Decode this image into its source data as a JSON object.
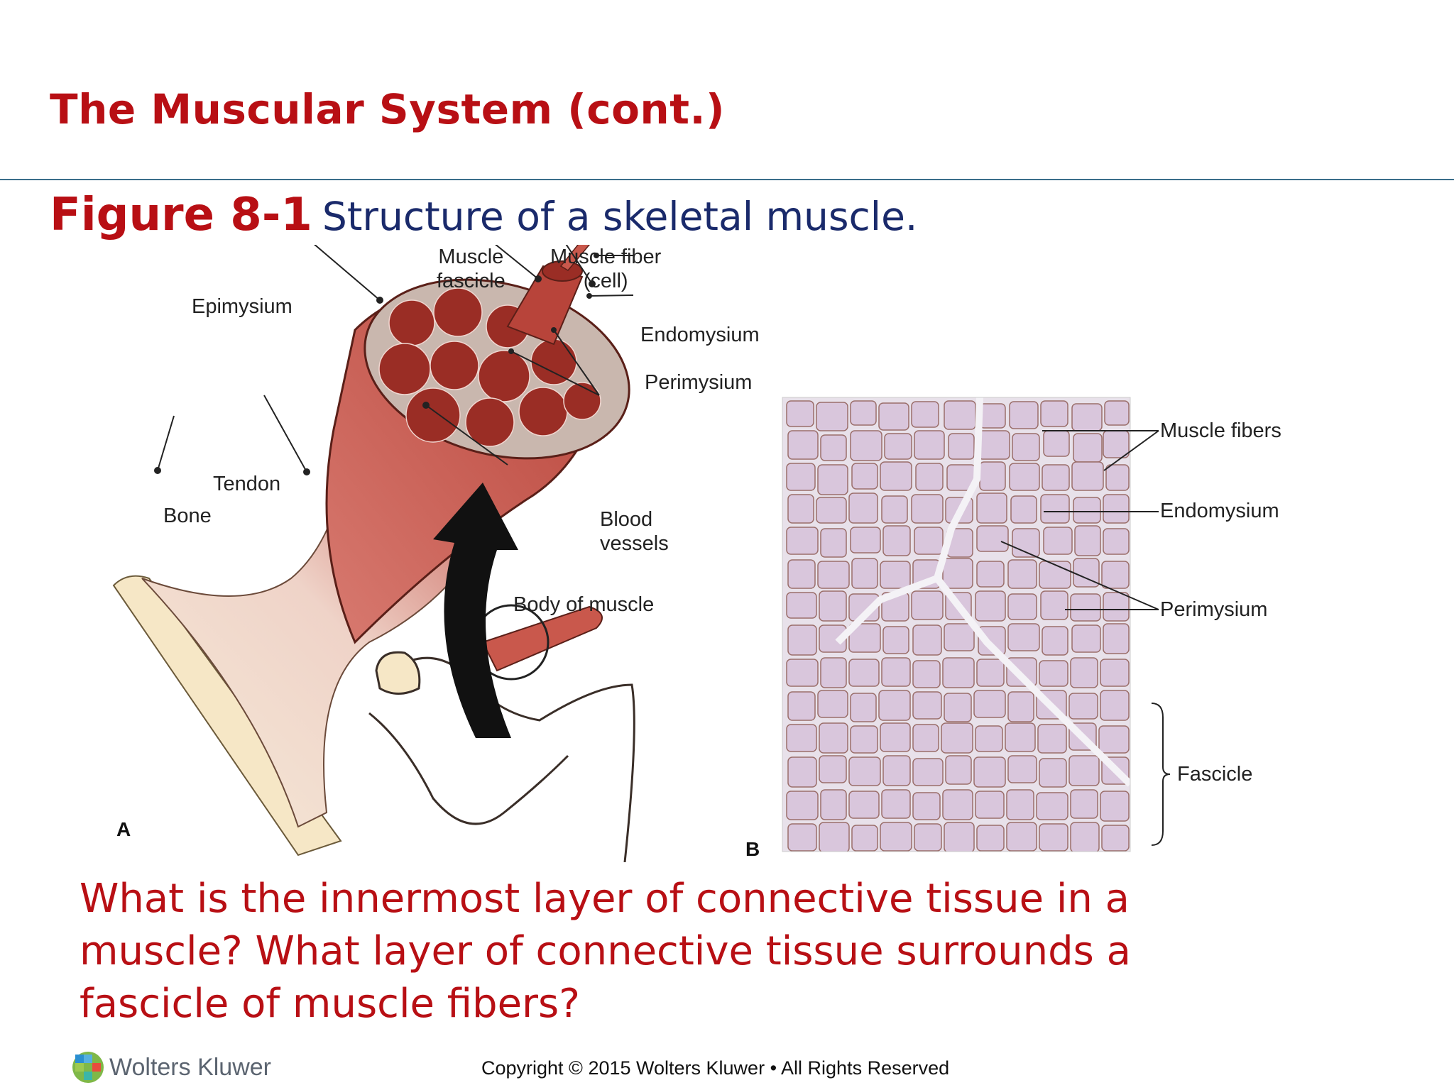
{
  "slide": {
    "title": "The Muscular System (cont.)"
  },
  "figure": {
    "number": "Figure 8-1",
    "caption": "Structure of a skeletal muscle.",
    "panel_a": {
      "letter": "A",
      "labels": {
        "muscle_fascicle": "Muscle\nfascicle",
        "muscle_fiber": "Muscle fiber\n(cell)",
        "epimysium": "Epimysium",
        "endomysium": "Endomysium",
        "perimysium": "Perimysium",
        "tendon": "Tendon",
        "bone": "Bone",
        "blood_vessels": "Blood\nvessels",
        "body_of_muscle": "Body of muscle"
      }
    },
    "panel_b": {
      "letter": "B",
      "labels": {
        "muscle_fibers": "Muscle fibers",
        "endomysium": "Endomysium",
        "perimysium": "Perimysium",
        "fascicle": "Fascicle"
      }
    }
  },
  "question": "What is the innermost layer of connective tissue in a muscle? What layer of connective tissue surrounds a fascicle of muscle fibers?",
  "footer": {
    "brand": "Wolters Kluwer",
    "copyright": "Copyright © 2015 Wolters Kluwer • All Rights Reserved"
  },
  "colors": {
    "title_red": "#b80f14",
    "caption_navy": "#1a2a6b",
    "rule_blue": "#3a6e8a",
    "muscle_red": "#b8443a",
    "tissue_lilac": "#d9c6dc"
  }
}
